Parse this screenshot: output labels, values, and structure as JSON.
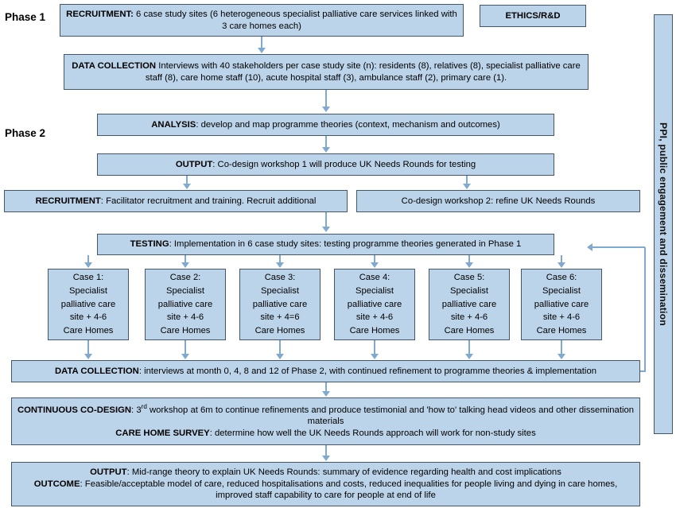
{
  "diagram": {
    "title": "UK Needs Rounds study flow diagram",
    "colors": {
      "box_fill": "#bcd4ea",
      "box_border": "#44566b",
      "connector": "#7fa9cf",
      "background": "#ffffff",
      "text": "#000000"
    }
  },
  "phases": [
    {
      "id": "phase-1",
      "label": "Phase 1"
    },
    {
      "id": "phase-2",
      "label": "Phase 2"
    }
  ],
  "boxes": {
    "recruitment_phase1": {
      "bold": "RECRUITMENT:",
      "text": " 6 case study sites (6 heterogeneous specialist palliative care services linked with 3 care homes each)"
    },
    "ethics": {
      "text": "ETHICS/R&D"
    },
    "data_collection_phase1": {
      "bold": "DATA COLLECTION",
      "text": " Interviews with 40 stakeholders per case study site (n): residents (8), relatives (8), specialist palliative care staff (8), care home staff (10), acute hospital staff (3), ambulance staff (2), primary care (1)."
    },
    "analysis": {
      "bold": "ANALYSIS",
      "text": ": develop and map programme theories (context, mechanism and outcomes)"
    },
    "output_workshop1": {
      "bold": "OUTPUT",
      "text": ": Co-design workshop 1 will produce UK Needs Rounds for testing"
    },
    "recruitment_facilitator": {
      "bold": "RECRUITMENT",
      "text": ": Facilitator recruitment and training. Recruit additional"
    },
    "codesign_workshop2": {
      "text": "Co-design workshop 2: refine UK Needs Rounds"
    },
    "testing": {
      "bold": "TESTING",
      "text": ": Implementation in 6 case study sites: testing programme theories generated in Phase 1"
    },
    "data_collection_phase2": {
      "bold": "DATA COLLECTION",
      "text": ": interviews at month 0, 4, 8 and 12 of Phase 2, with continued refinement to programme theories & implementation"
    },
    "continuous_codesign": {
      "bold": "CONTINUOUS CO-DESIGN",
      "text_a": ": 3",
      "sup": "rd",
      "text_b": " workshop at 6m to continue refinements and produce testimonial and 'how to' talking head videos and other dissemination materials",
      "bold2": "CARE HOME SURVEY",
      "text2": ": determine how well the UK Needs Rounds approach will work for non-study sites"
    },
    "output_outcome": {
      "bold": "OUTPUT",
      "text": ": Mid-range theory to explain UK Needs Rounds: summary of evidence regarding health and cost implications",
      "bold2": "OUTCOME",
      "text2": ": Feasible/acceptable model of care, reduced hospitalisations and costs, reduced inequalities for people living and dying in care homes, improved staff capability to care for people at end of life"
    }
  },
  "cases": [
    {
      "line1": "Case 1:",
      "line2": "Specialist",
      "line3": "palliative care",
      "line4": "site + 4-6",
      "line5": "Care Homes"
    },
    {
      "line1": "Case 2:",
      "line2": "Specialist",
      "line3": "palliative care",
      "line4": "site + 4-6",
      "line5": "Care Homes"
    },
    {
      "line1": "Case 3:",
      "line2": "Specialist",
      "line3": "palliative care",
      "line4": "site + 4=6",
      "line5": "Care Homes"
    },
    {
      "line1": "Case 4:",
      "line2": "Specialist",
      "line3": "palliative care",
      "line4": "site + 4-6",
      "line5": "Care Homes"
    },
    {
      "line1": "Case 5:",
      "line2": "Specialist",
      "line3": "palliative care",
      "line4": "site + 4-6",
      "line5": "Care Homes"
    },
    {
      "line1": "Case 6:",
      "line2": "Specialist",
      "line3": "palliative care",
      "line4": "site + 4-6",
      "line5": "Care Homes"
    }
  ],
  "sidebar": {
    "vertical_label": "PPI, public engagement and dissemination"
  }
}
